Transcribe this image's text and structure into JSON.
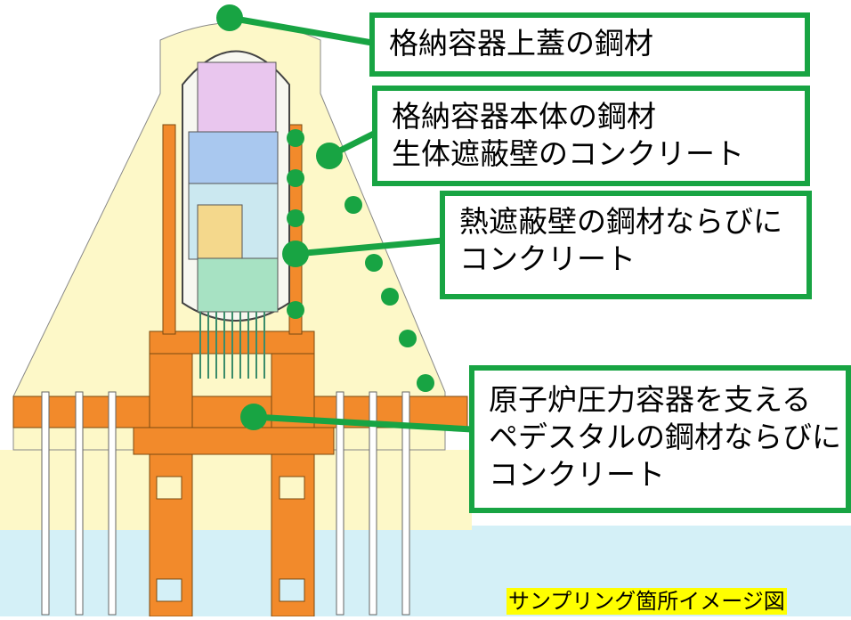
{
  "callouts": {
    "lid": {
      "lines": [
        "格納容器上蓋の鋼材"
      ]
    },
    "body": {
      "lines": [
        "格納容器本体の鋼材",
        "生体遮蔽壁のコンクリート"
      ]
    },
    "heat": {
      "lines": [
        "熱遮蔽壁の鋼材ならびに",
        "コンクリート"
      ]
    },
    "pedestal": {
      "lines": [
        "原子炉圧力容器を支える",
        "ペデスタルの鋼材ならびに",
        "コンクリート"
      ]
    }
  },
  "caption": "サンプリング箇所イメージ図",
  "colors": {
    "marker_green": "#18a443",
    "concrete_building": "#fdf8c8",
    "steel_orange": "#f28a2b",
    "water_blue": "#d4f0f7"
  }
}
